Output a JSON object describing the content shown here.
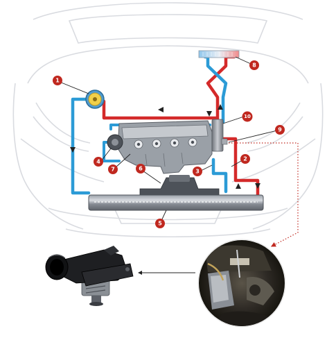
{
  "diagram": {
    "subject": "engine cooling circuit with thermostat housing",
    "colors": {
      "hot_coolant": "#d42a2a",
      "cold_coolant": "#2c9bd6",
      "callout": "#c0281f",
      "car_outline": "#d9dbe0",
      "engine": "#8d9299",
      "radiator_top": "#bfc3c9",
      "radiator_body": "#7a7f87"
    },
    "callouts": [
      {
        "number": "1",
        "part": "expansion-tank-cap"
      },
      {
        "number": "2",
        "part": "radiator-inlet-hose"
      },
      {
        "number": "3",
        "part": "radiator-outlet-hose"
      },
      {
        "number": "4",
        "part": "water-pump"
      },
      {
        "number": "5",
        "part": "radiator"
      },
      {
        "number": "6",
        "part": "cooling-fan"
      },
      {
        "number": "7",
        "part": "engine-block"
      },
      {
        "number": "8",
        "part": "heater-core"
      },
      {
        "number": "9",
        "part": "temperature-sensor"
      },
      {
        "number": "10",
        "part": "thermostat-housing"
      }
    ]
  }
}
